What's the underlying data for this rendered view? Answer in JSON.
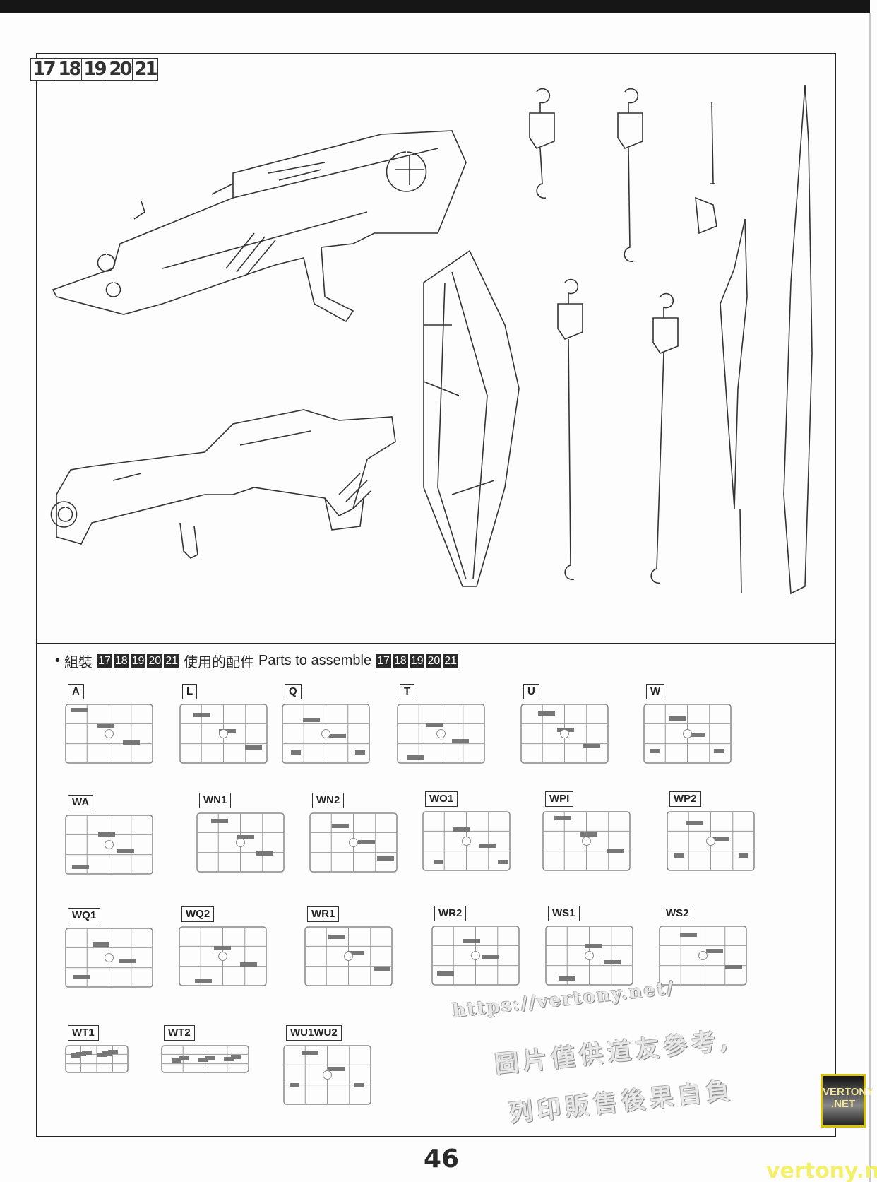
{
  "step_badges": [
    "17",
    "18",
    "19",
    "20",
    "21"
  ],
  "parts_header": {
    "bullet": "•",
    "zh_prefix": "組裝",
    "zh_suffix": "使用的配件",
    "en": "Parts to assemble",
    "steps": [
      "17",
      "18",
      "19",
      "20",
      "21"
    ]
  },
  "sprues": [
    "A",
    "L",
    "Q",
    "T",
    "U",
    "W",
    "WA",
    "WN1",
    "WN2",
    "WO1",
    "WPI",
    "WP2",
    "WQ1",
    "WQ2",
    "WR1",
    "WR2",
    "WS1",
    "WS2",
    "WT1",
    "WT2",
    "WU1WU2"
  ],
  "watermark": {
    "url": "https://vertony.net/",
    "line1": "圖片僅供道友參考,",
    "line2": "列印販售後果自負"
  },
  "logo": {
    "line1": "VERTONY",
    "line2": ".NET"
  },
  "page_number": "46",
  "site_text": "vertony.net"
}
